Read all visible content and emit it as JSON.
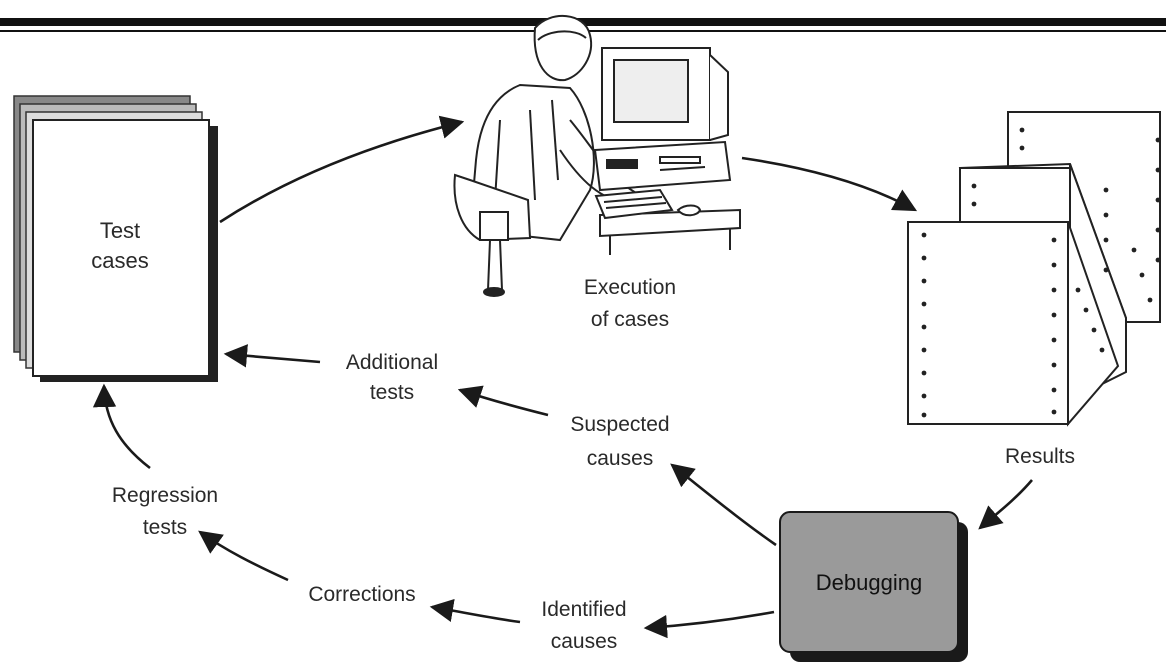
{
  "diagram": {
    "nodes": {
      "test_cases": [
        "Test",
        "cases"
      ],
      "execution": [
        "Execution",
        "of cases"
      ],
      "results": [
        "Results"
      ],
      "debugging": [
        "Debugging"
      ]
    },
    "edge_labels": {
      "additional_tests": [
        "Additional",
        "tests"
      ],
      "suspected_causes": [
        "Suspected",
        "causes"
      ],
      "regression_tests": [
        "Regression",
        "tests"
      ],
      "corrections": [
        "Corrections"
      ],
      "identified_causes": [
        "Identified",
        "causes"
      ]
    }
  },
  "colors": {
    "line": "#1a1a1a",
    "debugging_fill": "#9a9a9a",
    "paper_shadow": "#222222"
  },
  "icons": [
    "computer-user-illustration",
    "printout-stack-icon",
    "document-stack-icon"
  ]
}
